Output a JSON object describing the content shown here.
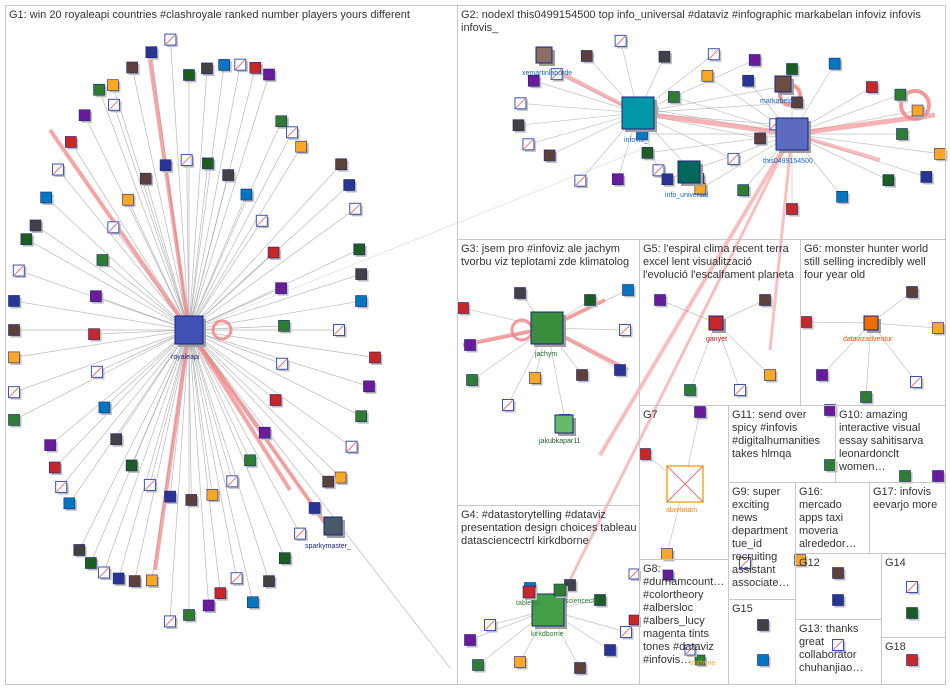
{
  "colors": {
    "edge": "#9a9a9a",
    "edge_strong": "#f08080",
    "panel_border": "#c8c8c8",
    "g1_label": "#1a237e",
    "g2_label": "#1565c0",
    "g3_label": "#1b5e20",
    "g4_label": "#2e7d32",
    "g5_label": "#b71c1c",
    "g6_label": "#e65100",
    "g7_label": "#f57f17"
  },
  "groups": [
    {
      "id": "G1",
      "label": "G1: win 20 royaleapi countries #clashroyale ranked number players yours different"
    },
    {
      "id": "G2",
      "label": "G2: nodexl this0499154500 top info_universal #dataviz #infographic markabelan infoviz infovis infovis_"
    },
    {
      "id": "G3",
      "label": "G3: jsem pro #infoviz ale jachym tvorbu viz teplotami zde klimatolog"
    },
    {
      "id": "G5",
      "label": "G5: l'espiral clima recent terra excel lent visualització l'evolució l'escalfament planeta"
    },
    {
      "id": "G6",
      "label": "G6: monster hunter world still selling incredibly well four year old"
    },
    {
      "id": "G7",
      "label": "G7"
    },
    {
      "id": "G11",
      "label": "G11: send over spicy #infovis #digitalhumanities takes hlmqa"
    },
    {
      "id": "G10",
      "label": "G10: amazing interactive visual essay sahitisarva leonardonclt women…"
    },
    {
      "id": "G9",
      "label": "G9: super exciting news department tue_id recruiting assistant associate…"
    },
    {
      "id": "G16",
      "label": "G16: mercado apps taxi moveria alrededor…"
    },
    {
      "id": "G17",
      "label": "G17: infovis eevarjo more"
    },
    {
      "id": "G4",
      "label": "G4: #datastorytelling #dataviz presentation design choices tableau datasciencectrl kirkdborne"
    },
    {
      "id": "G8",
      "label": "G8: #durhamcount… #colortheory #albersloc #albers_lucy magenta tints tones #dataviz #infovis…"
    },
    {
      "id": "G12",
      "label": "G12"
    },
    {
      "id": "G14",
      "label": "G14"
    },
    {
      "id": "G15",
      "label": "G15"
    },
    {
      "id": "G13",
      "label": "G13: thanks great collaborator chuhanjiao…"
    },
    {
      "id": "G18",
      "label": "G18"
    }
  ],
  "nodes": {
    "royaleapi": "royaleapi",
    "sparkymaster": "sparkymaster_",
    "xemartinlaborde": "xemartinlaborde",
    "infovis": "infovis_",
    "info_universal": "info_universal",
    "markabelan": "markabelan",
    "this0499154500": "this0499154500",
    "jachym": "jachym",
    "jakubkapar11": "jakubkapar11",
    "ganyet": "ganyet",
    "datavizadventur": "datavizadventur",
    "abrelatam": "abrelatam",
    "kirkdborne": "kirkdborne",
    "tableau": "tableau",
    "sciencectrl": "sciencectrl",
    "tmrhyne": "tmrhyne"
  }
}
